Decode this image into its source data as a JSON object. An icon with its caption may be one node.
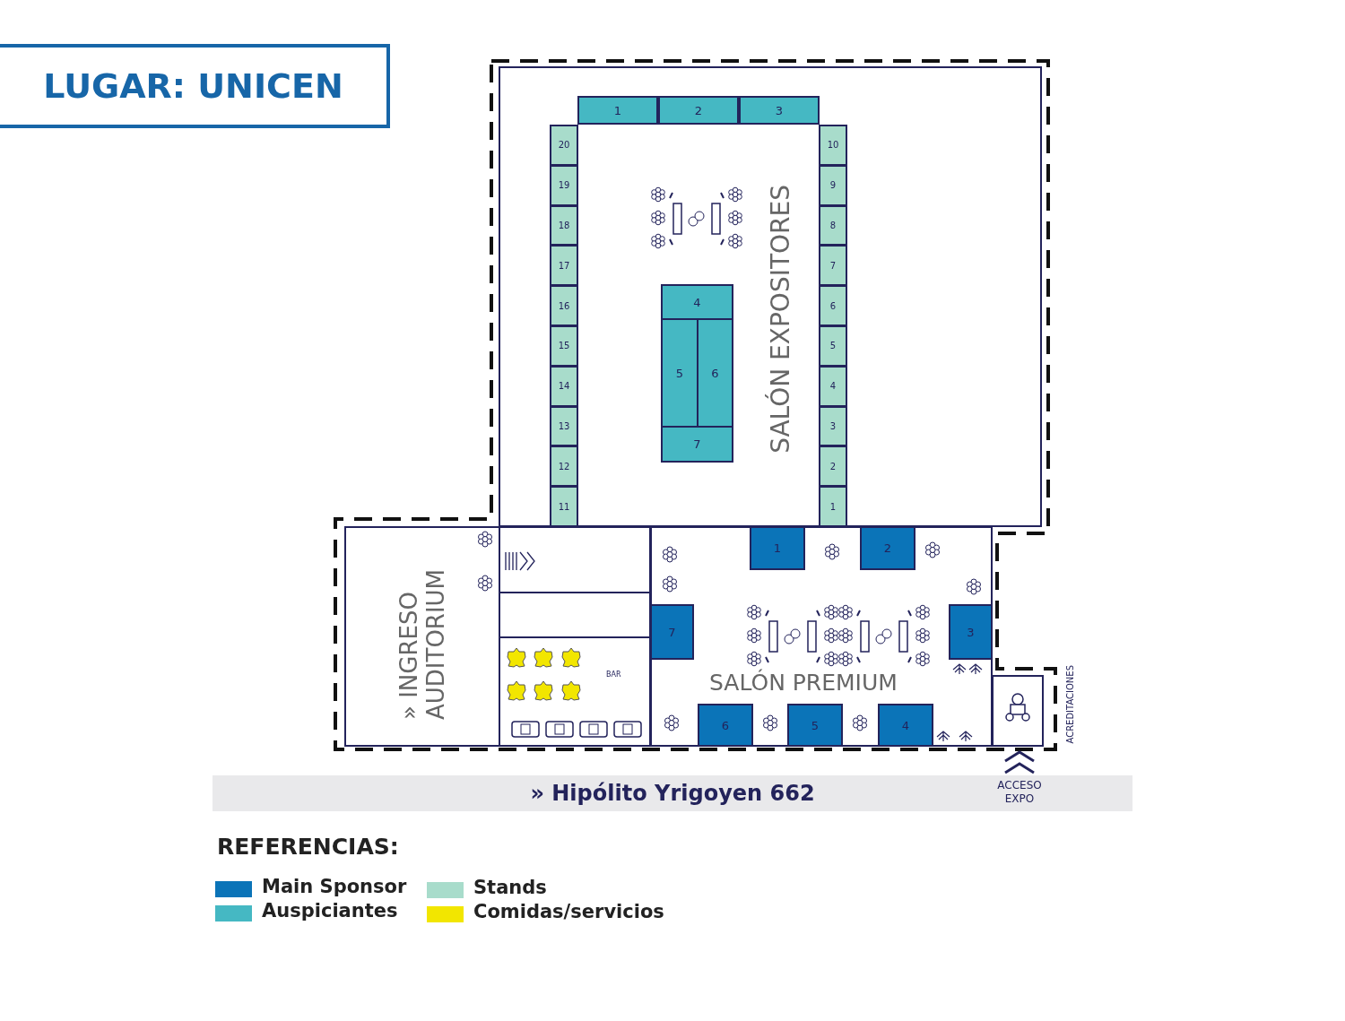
{
  "diagram": {
    "nodes": [
      {
        "text": [
          "LUGAR: UNICEN"
        ]
      },
      {
        "text": [
          "SALÓN EXPOSITORES"
        ]
      },
      {
        "text": [
          "1"
        ],
        "in": 1
      },
      {
        "text": [
          "2"
        ],
        "in": 1
      },
      {
        "text": [
          "3"
        ],
        "in": 1
      },
      {
        "text": [
          "20"
        ],
        "in": 1
      },
      {
        "text": [
          "19"
        ],
        "in": 1
      },
      {
        "text": [
          "18"
        ],
        "in": 1
      },
      {
        "text": [
          "17"
        ],
        "in": 1
      },
      {
        "text": [
          "16"
        ],
        "in": 1
      },
      {
        "text": [
          "15"
        ],
        "in": 1
      },
      {
        "text": [
          "14"
        ],
        "in": 1
      },
      {
        "text": [
          "13"
        ],
        "in": 1
      },
      {
        "text": [
          "12"
        ],
        "in": 1
      },
      {
        "text": [
          "11"
        ],
        "in": 1
      },
      {
        "text": [
          "4"
        ],
        "in": 1
      },
      {
        "text": [
          "5"
        ],
        "in": 1
      },
      {
        "text": [
          "6"
        ],
        "in": 1
      },
      {
        "text": [
          "7"
        ],
        "in": 1
      },
      {
        "text": [
          "10"
        ],
        "in": 1
      },
      {
        "text": [
          "9"
        ],
        "in": 1
      },
      {
        "text": [
          "8"
        ],
        "in": 1
      },
      {
        "text": [
          "7"
        ],
        "in": 1
      },
      {
        "text": [
          "6"
        ],
        "in": 1
      },
      {
        "text": [
          "5"
        ],
        "in": 1
      },
      {
        "text": [
          "4"
        ],
        "in": 1
      },
      {
        "text": [
          "3"
        ],
        "in": 1
      },
      {
        "text": [
          "2"
        ],
        "in": 1
      },
      {
        "text": [
          "1"
        ],
        "in": 1
      },
      {
        "text": [
          "» INGRESO AUDITORIUM"
        ]
      },
      {
        "text": [
          "BAR"
        ]
      },
      {
        "text": [
          "SALÓN PREMIUM"
        ]
      },
      {
        "text": [
          "1"
        ],
        "in": 31
      },
      {
        "text": [
          "2"
        ],
        "in": 31
      },
      {
        "text": [
          "7"
        ],
        "in": 31
      },
      {
        "text": [
          "3"
        ],
        "in": 31
      },
      {
        "text": [
          "6"
        ],
        "in": 31
      },
      {
        "text": [
          "5"
        ],
        "in": 31
      },
      {
        "text": [
          "4"
        ],
        "in": 31
      },
      {
        "text": [
          "ACREDITACIONES"
        ]
      },
      {
        "text": [
          "» Hipólito Yrigoyen 662"
        ]
      },
      {
        "text": [
          "ACCESO EXPO"
        ]
      },
      {
        "text": [],
        "shape": "box"
      },
      {
        "text": [],
        "shape": "box"
      }
    ],
    "labels": [
      "REFERENCIAS:"
    ],
    "legend": [
      {
        "text": "Main Sponsor",
        "color": "#0b74b8"
      },
      {
        "text": "Auspiciantes",
        "color": "#45b8c3"
      },
      {
        "text": "Stands",
        "color": "#a8dccb"
      },
      {
        "text": "Comidas/servicios",
        "color": "#f2e600"
      }
    ]
  }
}
